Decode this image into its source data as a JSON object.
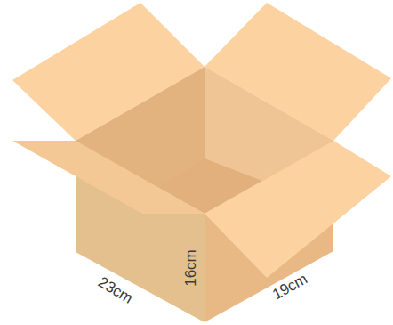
{
  "diagram": {
    "labels": [
      "23cm",
      "16cm",
      "19cm"
    ]
  }
}
